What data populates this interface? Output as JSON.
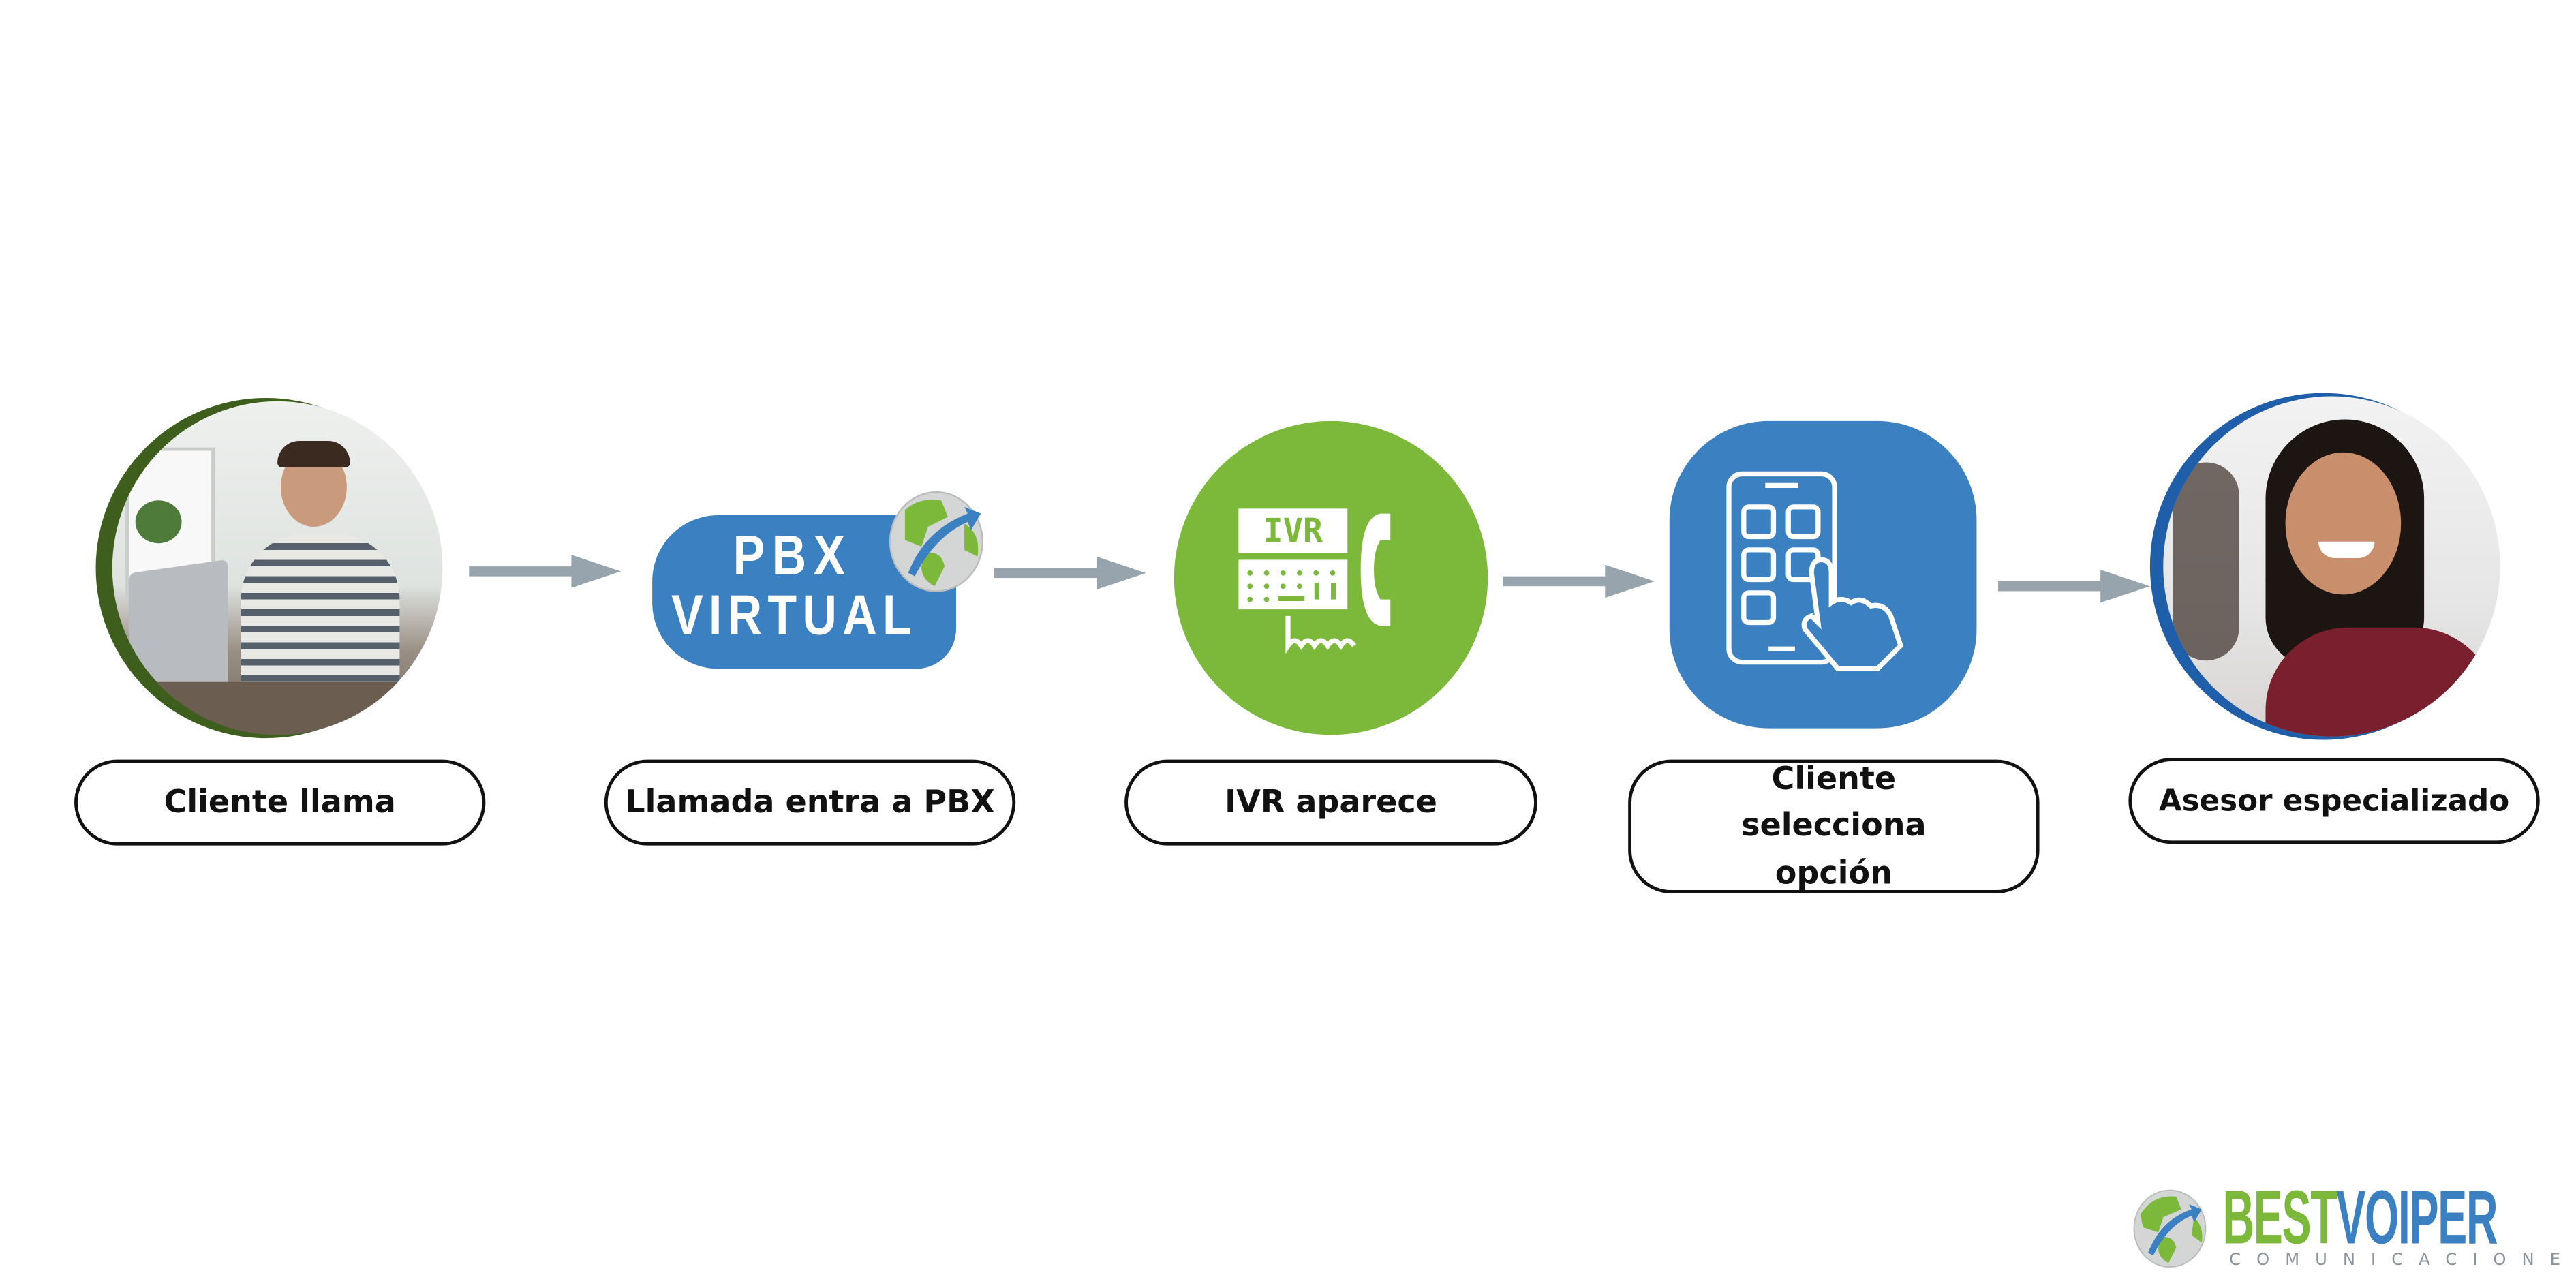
{
  "steps": [
    {
      "label": "Cliente llama",
      "icon": "person-on-phone-photo"
    },
    {
      "label": "Llamada entra a PBX",
      "icon": "pbx-virtual-logo",
      "logo_line1": "PBX",
      "logo_line2": "VIRTUAL"
    },
    {
      "label": "IVR aparece",
      "icon": "ivr-phone-icon",
      "icon_text": "IVR"
    },
    {
      "label": "Cliente selecciona opción",
      "icon": "smartphone-touch-icon"
    },
    {
      "label": "Asesor especializado",
      "icon": "call-center-agent-photo"
    }
  ],
  "brand": {
    "part1": "BEST",
    "part2": "VOIPER",
    "tagline": "COMUNICACIONES"
  },
  "colors": {
    "blue": "#3b80c1",
    "green": "#7cb83a",
    "dark_green": "#3d5e1d",
    "arrow": "#98a4ad",
    "logo_gray": "#8a949c"
  }
}
